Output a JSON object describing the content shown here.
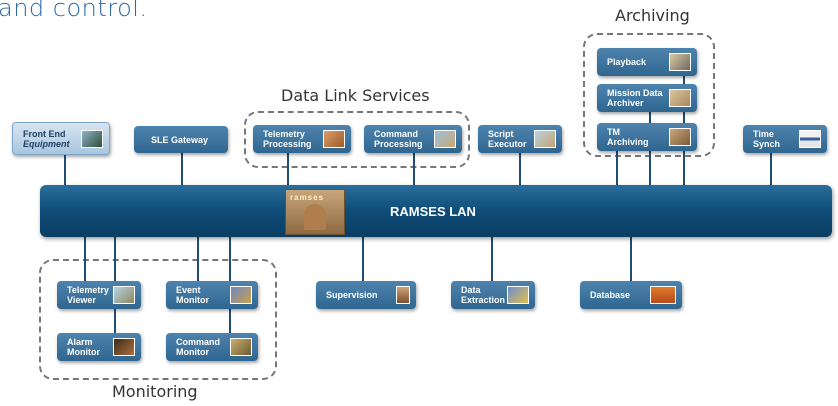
{
  "heading_fragment": "and control.",
  "groups": {
    "archiving": "Archiving",
    "data_link": "Data Link Services",
    "monitoring": "Monitoring"
  },
  "lan": {
    "label": "RAMSES LAN",
    "logo_text": "ramses"
  },
  "nodes": {
    "front_end": [
      "Front End",
      "Equipment"
    ],
    "sle_gateway": [
      "SLE Gateway"
    ],
    "telemetry_processing": [
      "Telemetry",
      "Processing"
    ],
    "command_processing": [
      "Command",
      "Processing"
    ],
    "script_executor": [
      "Script",
      "Executor"
    ],
    "playback": [
      "Playback"
    ],
    "mission_data_archiver": [
      "Mission Data",
      "Archiver"
    ],
    "tm_archiving": [
      "TM",
      "Archiving"
    ],
    "time_synch": [
      "Time",
      "Synch"
    ],
    "telemetry_viewer": [
      "Telemetry",
      "Viewer"
    ],
    "event_monitor": [
      "Event",
      "Monitor"
    ],
    "alarm_monitor": [
      "Alarm",
      "Monitor"
    ],
    "command_monitor": [
      "Command",
      "Monitor"
    ],
    "supervision": [
      "Supervision"
    ],
    "data_extraction": [
      "Data",
      "Extraction"
    ],
    "database": [
      "Database"
    ]
  },
  "colors": {
    "box": "#2f6690",
    "lan": "#0f4c78",
    "heading": "#2a6aa8"
  }
}
